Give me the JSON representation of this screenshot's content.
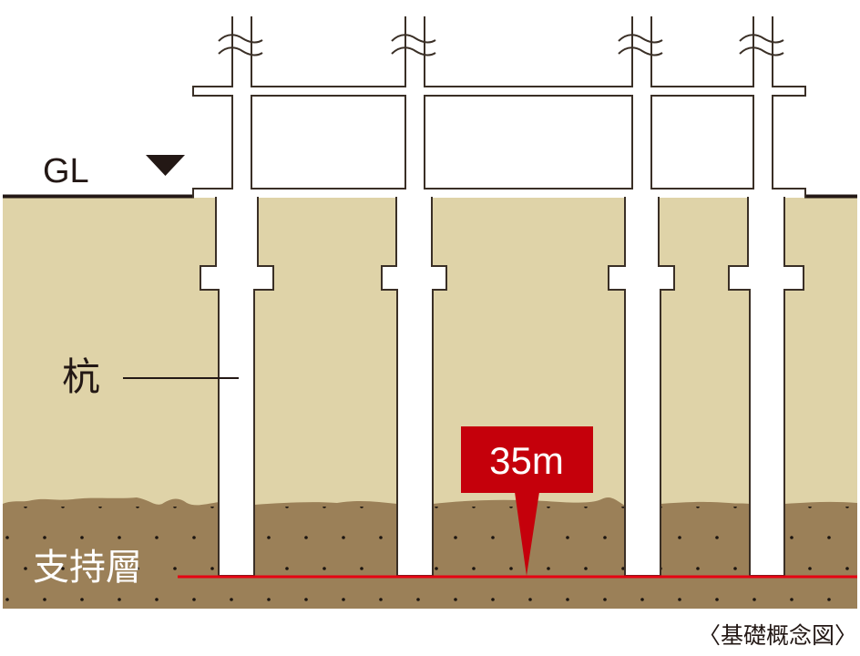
{
  "labels": {
    "ground_level": "GL",
    "pile": "杭",
    "bearing_layer": "支持層",
    "depth": "35m",
    "caption": "〈基礎概念図〉"
  },
  "colors": {
    "upper_soil": "#dfd3a8",
    "bearing_soil": "#9b8058",
    "accent_red": "#c5000b",
    "bearing_line": "#e60012",
    "outline": "#3a2f26"
  }
}
